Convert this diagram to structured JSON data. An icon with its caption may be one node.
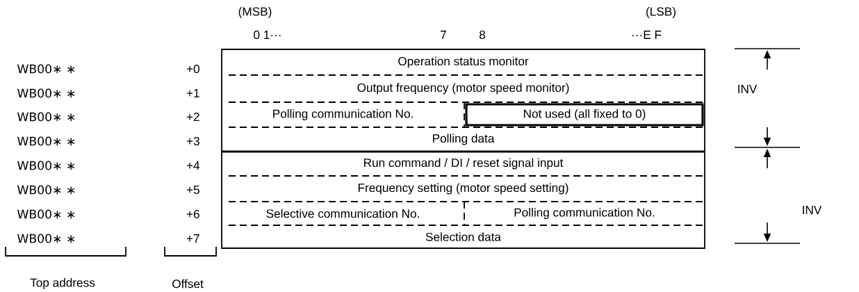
{
  "diagram": {
    "nodes": [
      {
        "text": [
          "Operation status monitor"
        ]
      },
      {
        "text": [
          "Output frequency (motor speed monitor)"
        ]
      },
      {
        "text": [
          "Polling communication No."
        ]
      },
      {
        "text": [
          "Not used (all fixed to 0)"
        ]
      },
      {
        "text": [
          "Polling data"
        ]
      },
      {
        "text": [
          "Run command / DI / reset signal input"
        ]
      },
      {
        "text": [
          "Frequency setting (motor speed setting)"
        ]
      },
      {
        "text": [
          "Selective communication No."
        ]
      },
      {
        "text": [
          "Polling communication No."
        ]
      },
      {
        "text": [
          "Selection data"
        ]
      }
    ],
    "edges": [],
    "labels": [
      "(MSB)",
      "(LSB)",
      "0 1···",
      "7",
      "8",
      "···E F",
      "WB00∗ ∗",
      "+0",
      "WB00∗ ∗",
      "+1",
      "WB00∗ ∗",
      "+2",
      "WB00∗ ∗",
      "+3",
      "WB00∗ ∗",
      "+4",
      "WB00∗ ∗",
      "+5",
      "WB00∗ ∗",
      "+6",
      "WB00∗ ∗",
      "+7",
      "INV",
      "INV",
      "Top address",
      "Offset"
    ]
  }
}
